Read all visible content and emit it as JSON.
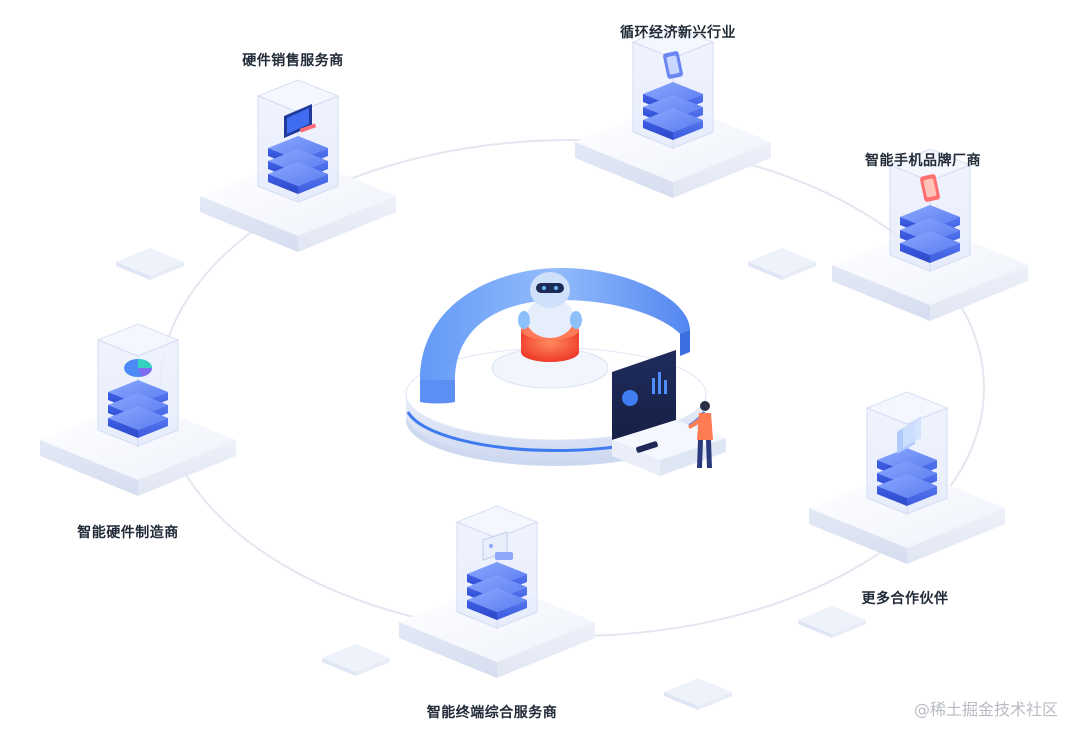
{
  "nodes": [
    {
      "id": "hardware-sales",
      "label": "硬件销售服务商",
      "device": "monitor"
    },
    {
      "id": "circular-economy",
      "label": "循环经济新兴行业",
      "device": "phone"
    },
    {
      "id": "smartphone-brand",
      "label": "智能手机品牌厂商",
      "device": "phone-red"
    },
    {
      "id": "more-partners",
      "label": "更多合作伙伴",
      "device": "tablet"
    },
    {
      "id": "terminal-service",
      "label": "智能终端综合服务商",
      "device": "router"
    },
    {
      "id": "hardware-manufacturer",
      "label": "智能硬件制造商",
      "device": "pie-chart"
    }
  ],
  "center": {
    "robot_icon": "robot-icon",
    "person_icon": "person-icon",
    "dashboard_icon": "dashboard-icon"
  },
  "watermark": "@稀土掘金技术社区",
  "colors": {
    "server_blue": "#3d5fe0",
    "server_blue_dark": "#2a46c4",
    "ring_blue": "#4f86f5",
    "ring_light": "#9cc2fb",
    "core_red": "#ff5a3c",
    "glass": "#dfe6fb"
  }
}
